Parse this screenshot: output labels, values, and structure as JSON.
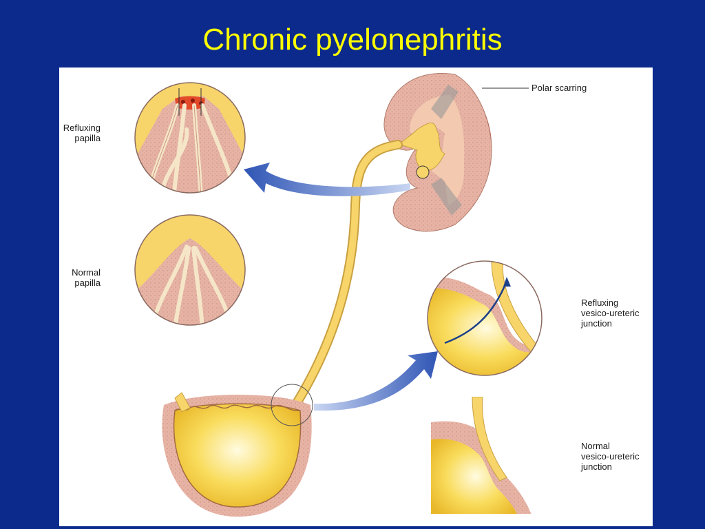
{
  "slide": {
    "title": "Chronic pyelonephritis"
  },
  "labels": {
    "polar_scarring": "Polar scarring",
    "refluxing_papilla": "Refluxing\npapilla",
    "normal_papilla": "Normal\npapilla",
    "refluxing_vuj": "Refluxing\nvesico-ureteric\njunction",
    "normal_vuj": "Normal\nvesico-ureteric\njunction"
  },
  "colors": {
    "background": "#0b2a8c",
    "title": "#ffff00",
    "urine_yellow": "#f5c842",
    "tissue_pink": "#e8b4a8",
    "scar_red": "#c0282a",
    "arrow_blue": "#4a6fc0"
  }
}
